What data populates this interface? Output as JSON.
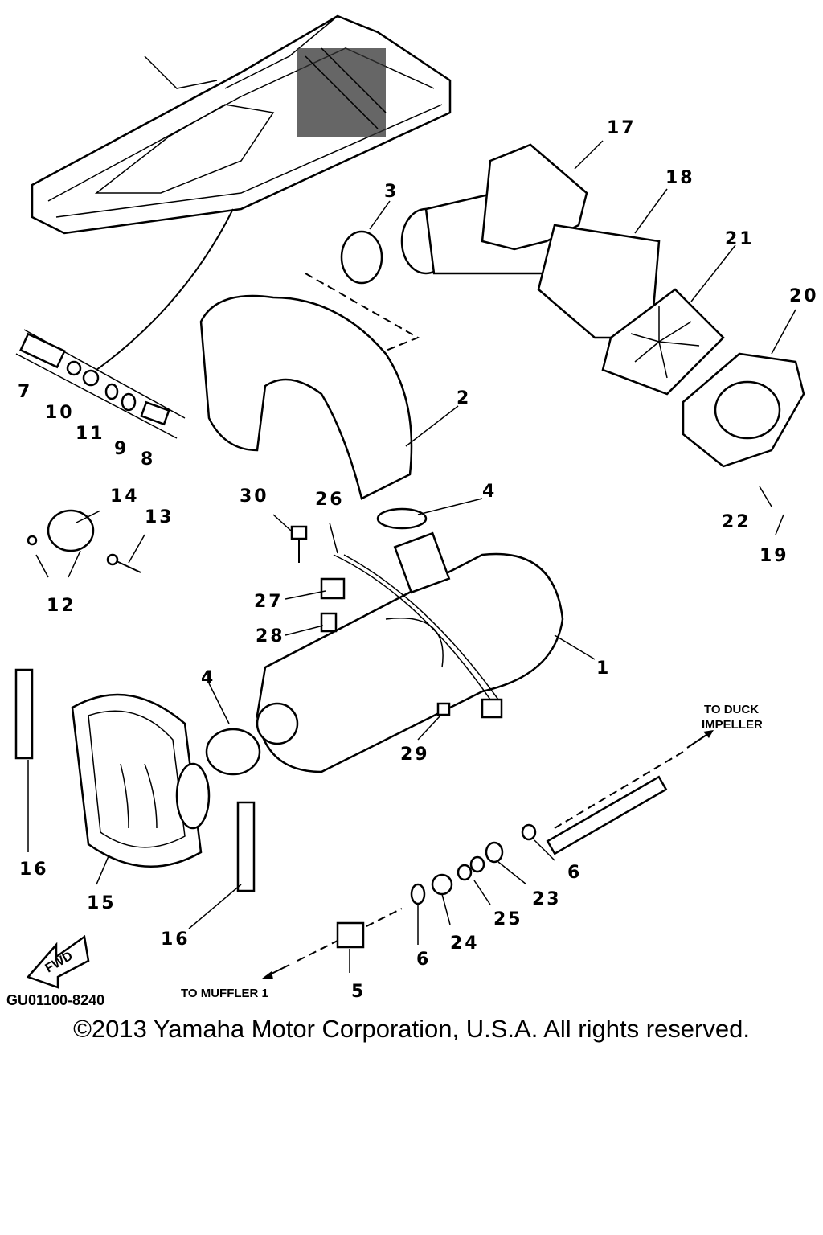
{
  "diagram": {
    "part_labels": [
      "1",
      "2",
      "3",
      "4",
      "4",
      "5",
      "6",
      "6",
      "7",
      "8",
      "9",
      "10",
      "11",
      "12",
      "13",
      "14",
      "15",
      "16",
      "16",
      "17",
      "18",
      "19",
      "20",
      "21",
      "22",
      "23",
      "24",
      "25",
      "26",
      "27",
      "28",
      "29",
      "30"
    ],
    "notes": {
      "to_duck_impeller_line1": "TO DUCK",
      "to_duck_impeller_line2": "IMPELLER",
      "to_muffler": "TO MUFFLER 1",
      "fwd": "FWD",
      "drawing_code": "GU01100-8240"
    }
  },
  "footer": {
    "copyright": "©2013 Yamaha Motor Corporation, U.S.A. All rights reserved."
  }
}
